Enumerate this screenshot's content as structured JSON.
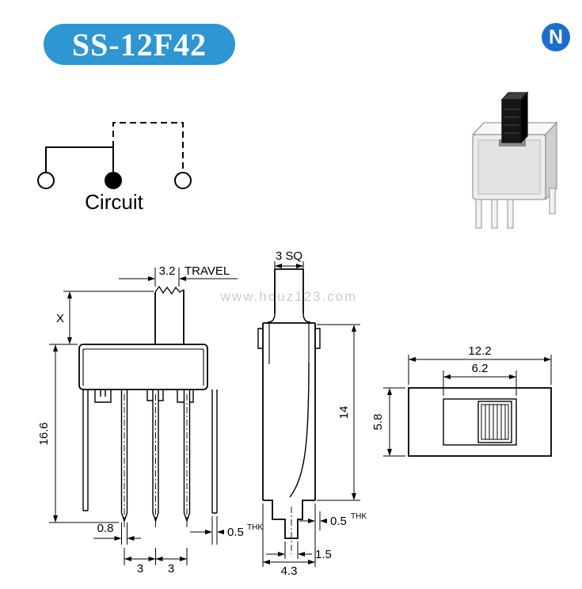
{
  "colors": {
    "badge_bg": "#2e96d2",
    "badge_text": "#ffffff",
    "logo_bg": "#1a6ed0",
    "logo_text": "#ffffff",
    "drawing_line": "#000000",
    "watermark": "#cccccc",
    "knob": "#1c1c1c"
  },
  "header": {
    "part_number": "SS-12F42",
    "logo_letter": "N"
  },
  "schematic": {
    "label": "Circuit"
  },
  "watermark": {
    "text": "www.houz123.com"
  },
  "views": {
    "front": {
      "travel_value": "3.2",
      "travel_label": "TRAVEL",
      "shaft_height_label": "X",
      "overall_height": "16.6",
      "terminal_width": "0.8",
      "pitch_left": "3",
      "pitch_right": "3",
      "bracket_thickness": "0.5",
      "thickness_unit": "THK"
    },
    "side": {
      "knob_size": "3 SQ",
      "body_height": "14",
      "terminal_thickness": "0.5",
      "thickness_unit": "THK",
      "terminal_width": "1.5",
      "body_depth": "4.3"
    },
    "top": {
      "body_width": "12.2",
      "frame_width": "6.2",
      "body_depth": "5.8"
    }
  }
}
